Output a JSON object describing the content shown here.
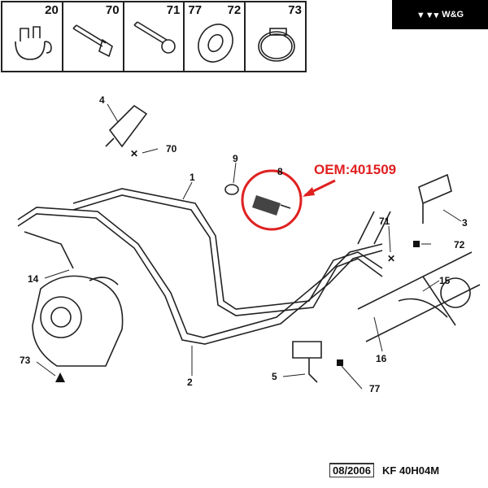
{
  "parts_strip": [
    {
      "numbers": [
        "20"
      ],
      "icon": "clamp-icon"
    },
    {
      "numbers": [
        "70"
      ],
      "icon": "bolt-icon"
    },
    {
      "numbers": [
        "71"
      ],
      "icon": "screw-icon"
    },
    {
      "numbers": [
        "77",
        "72"
      ],
      "icon": "washer-icon"
    },
    {
      "numbers": [
        "73"
      ],
      "icon": "hose-clamp-icon"
    }
  ],
  "logo": {
    "text": "W&G",
    "icon": "wg-logo-icon"
  },
  "oem_label": "OEM:401509",
  "accent_color": "#e02020",
  "callouts": {
    "c4": "4",
    "c70": "70",
    "c1": "1",
    "c9": "9",
    "c8": "8",
    "c3": "3",
    "c71": "71",
    "c72": "72",
    "c15": "15",
    "c14": "14",
    "c73": "73",
    "c2": "2",
    "c16": "16",
    "c5": "5",
    "c77": "77"
  },
  "footer": {
    "date": "08/2006",
    "code": "KF 40H04M"
  }
}
